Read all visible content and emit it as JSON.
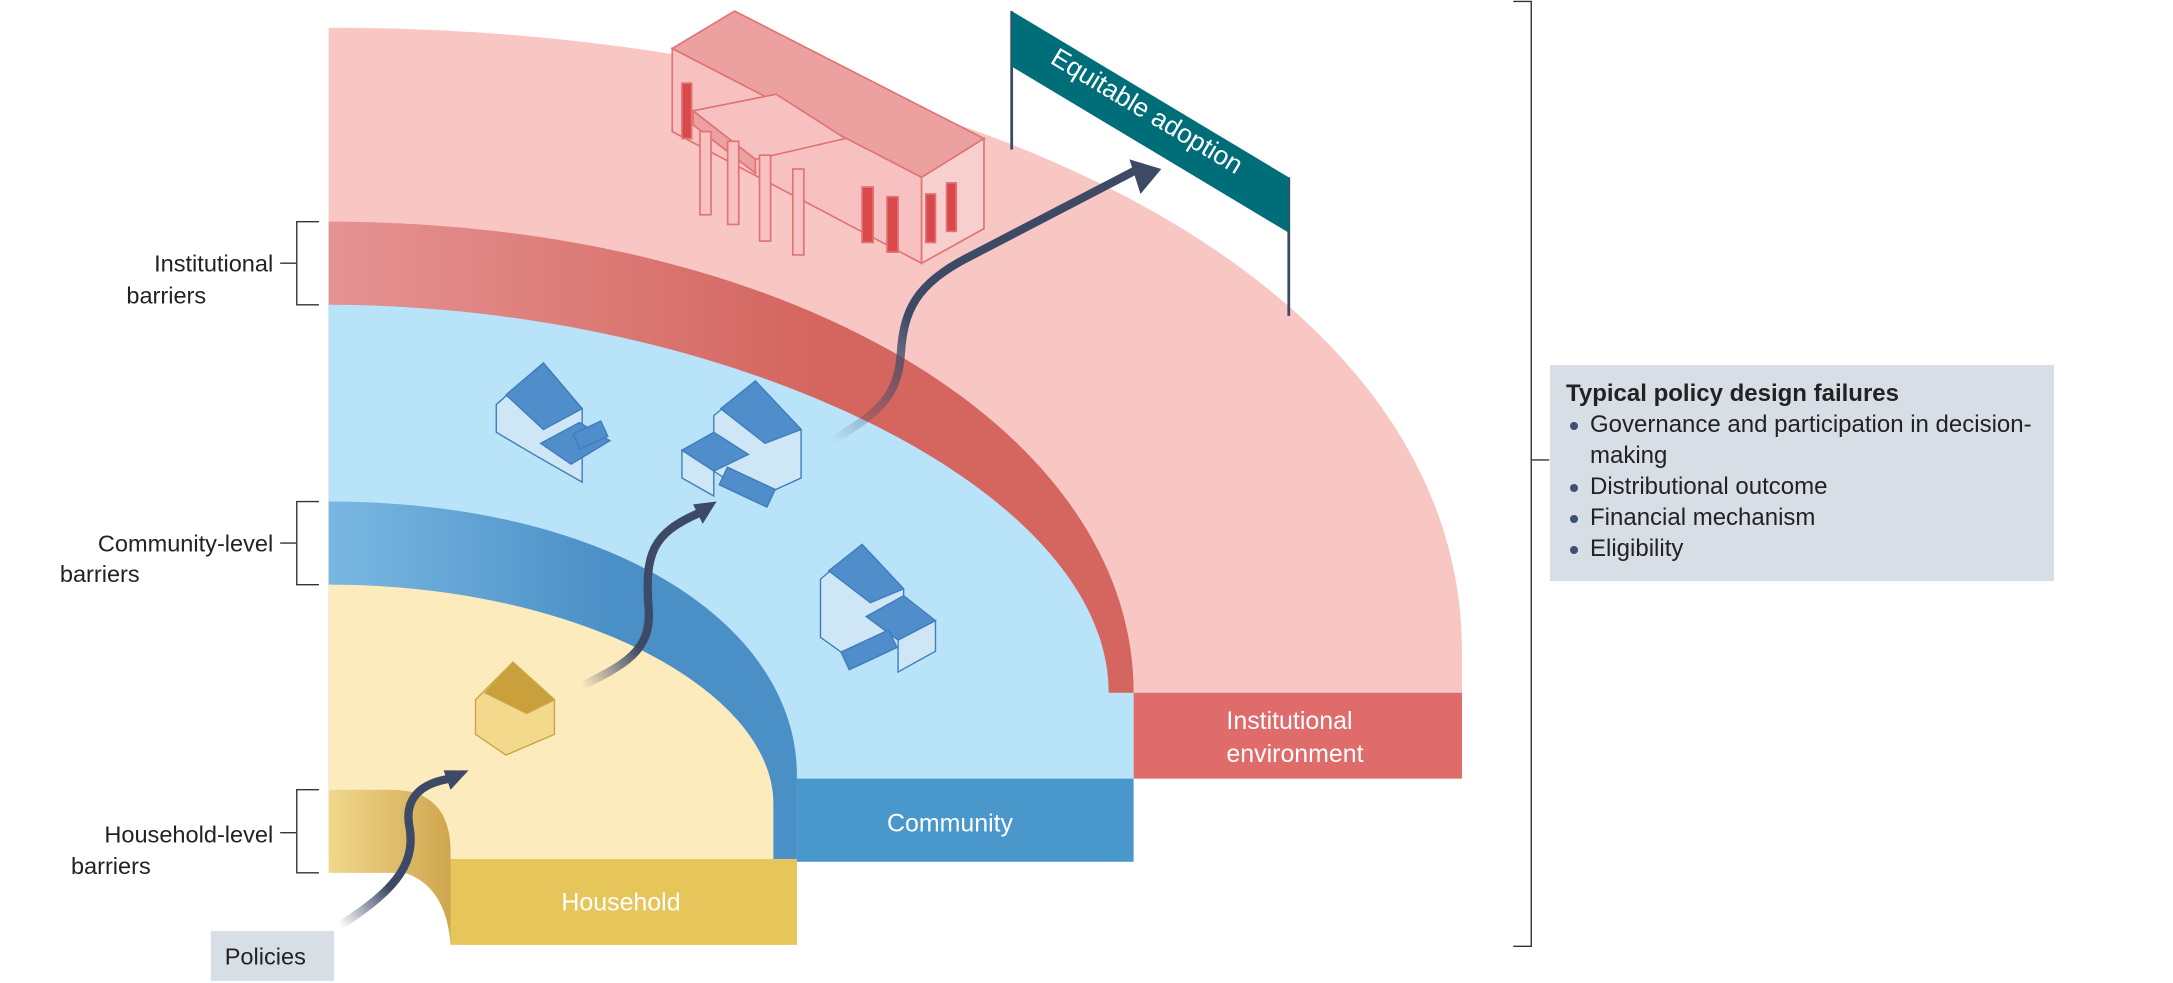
{
  "flag": {
    "label": "Equitable adoption",
    "color": "#006e78"
  },
  "levels": [
    {
      "barrier_label_1": "Institutional",
      "barrier_label_2": "barriers",
      "box_label_1": "Institutional",
      "box_label_2": "environment",
      "color": "#e06b6b"
    },
    {
      "barrier_label_1": "Community-level",
      "barrier_label_2": "barriers",
      "box_label": "Community",
      "color": "#4a97cc"
    },
    {
      "barrier_label_1": "Household-level",
      "barrier_label_2": "barriers",
      "box_label": "Household",
      "color": "#e6c55a"
    }
  ],
  "policies_label": "Policies",
  "panel": {
    "title": "Typical policy design failures",
    "items": [
      "Governance and participation in decision-making",
      "Distributional outcome",
      "Financial mechanism",
      "Eligibility"
    ]
  }
}
